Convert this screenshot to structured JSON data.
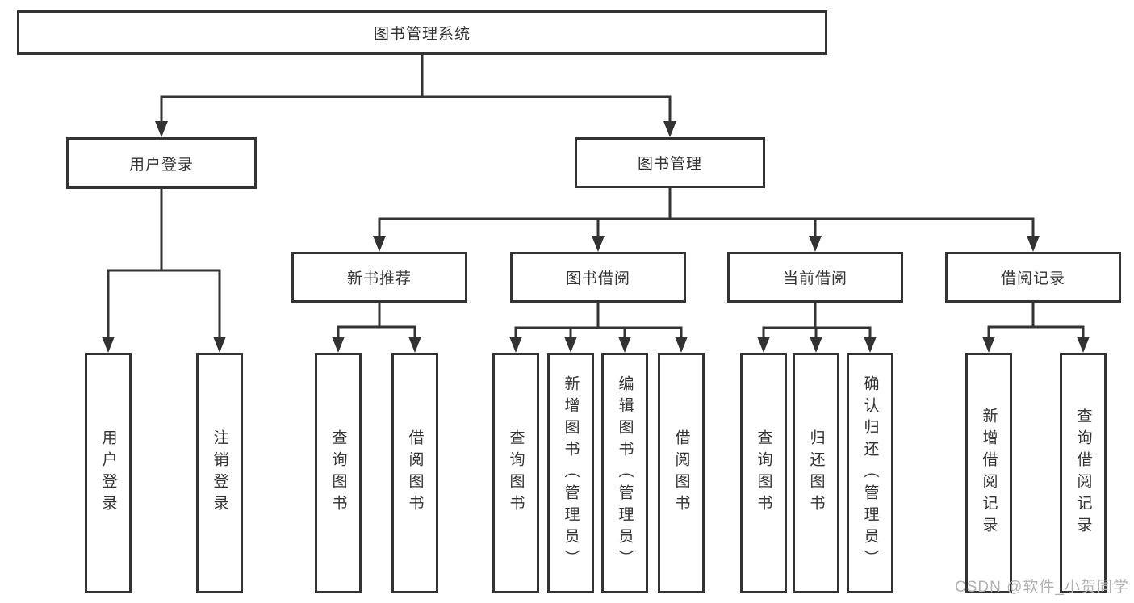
{
  "diagram_type": "hierarchy-tree",
  "tree": {
    "label": "图书管理系统",
    "children": [
      {
        "label": "用户登录",
        "children": [
          {
            "label": "用户登录"
          },
          {
            "label": "注销登录"
          }
        ]
      },
      {
        "label": "图书管理",
        "children": [
          {
            "label": "新书推荐",
            "children": [
              {
                "label": "查询图书"
              },
              {
                "label": "借阅图书"
              }
            ]
          },
          {
            "label": "图书借阅",
            "children": [
              {
                "label": "查询图书"
              },
              {
                "label": "新增图书（管理员）"
              },
              {
                "label": "编辑图书（管理员）"
              },
              {
                "label": "借阅图书"
              }
            ]
          },
          {
            "label": "当前借阅",
            "children": [
              {
                "label": "查询图书"
              },
              {
                "label": "归还图书"
              },
              {
                "label": "确认归还（管理员）"
              }
            ]
          },
          {
            "label": "借阅记录",
            "children": [
              {
                "label": "新增借阅记录"
              },
              {
                "label": "查询借阅记录"
              }
            ]
          }
        ]
      }
    ]
  },
  "watermark": {
    "text": "CSDN @软件_小贺同学"
  },
  "colors": {
    "background": "#ffffff",
    "box_border": "#333333",
    "box_fill": "#ffffff",
    "line": "#333333",
    "text": "#333333",
    "watermark": "#b2b2b2"
  }
}
